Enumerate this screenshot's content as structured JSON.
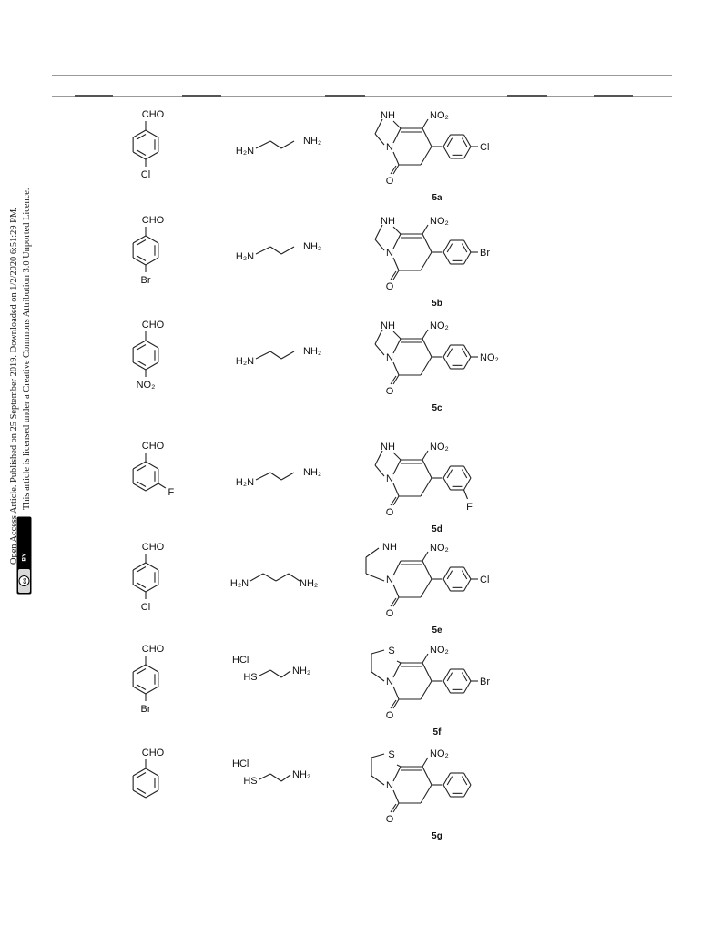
{
  "sidebar": {
    "line1": "Open Access Article. Published on 25 September 2019. Downloaded on 1/2/2020 6:51:29 PM.",
    "line2": "This article is licensed under a Creative Commons Attribution 3.0 Unported Licence.",
    "badge_cc": "cc",
    "badge_by": "BY"
  },
  "rows": [
    {
      "ald_sub": "Cl",
      "ald_meta": false,
      "amine": "diamine2",
      "product": "imid",
      "aryl_sub": "Cl",
      "aryl_meta": false,
      "label": "5a"
    },
    {
      "ald_sub": "Br",
      "ald_meta": false,
      "amine": "diamine2",
      "product": "imid",
      "aryl_sub": "Br",
      "aryl_meta": false,
      "label": "5b"
    },
    {
      "ald_sub": "NO2",
      "ald_meta": false,
      "amine": "diamine2",
      "product": "imid",
      "aryl_sub": "NO2",
      "aryl_meta": false,
      "label": "5c"
    },
    {
      "ald_sub": "F",
      "ald_meta": true,
      "amine": "diamine2",
      "product": "imid",
      "aryl_sub": "F",
      "aryl_meta": true,
      "label": "5d"
    },
    {
      "ald_sub": "Cl",
      "ald_meta": false,
      "amine": "diamine3",
      "product": "pyrimid",
      "aryl_sub": "Cl",
      "aryl_meta": false,
      "label": "5e"
    },
    {
      "ald_sub": "Br",
      "ald_meta": false,
      "amine": "cysteamine",
      "product": "thiazol",
      "aryl_sub": "Br",
      "aryl_meta": false,
      "label": "5f"
    },
    {
      "ald_sub": "",
      "ald_meta": false,
      "amine": "cysteamine",
      "product": "thiazol",
      "aryl_sub": "",
      "aryl_meta": false,
      "label": "5g"
    }
  ],
  "chem": {
    "cho": "CHO",
    "h2n": "H₂N",
    "nh2": "NH₂",
    "no2": "NO₂",
    "nh": "NH",
    "h": "H",
    "n": "N",
    "o": "O",
    "s": "S",
    "hs": "HS",
    "hcl": "HCl"
  }
}
